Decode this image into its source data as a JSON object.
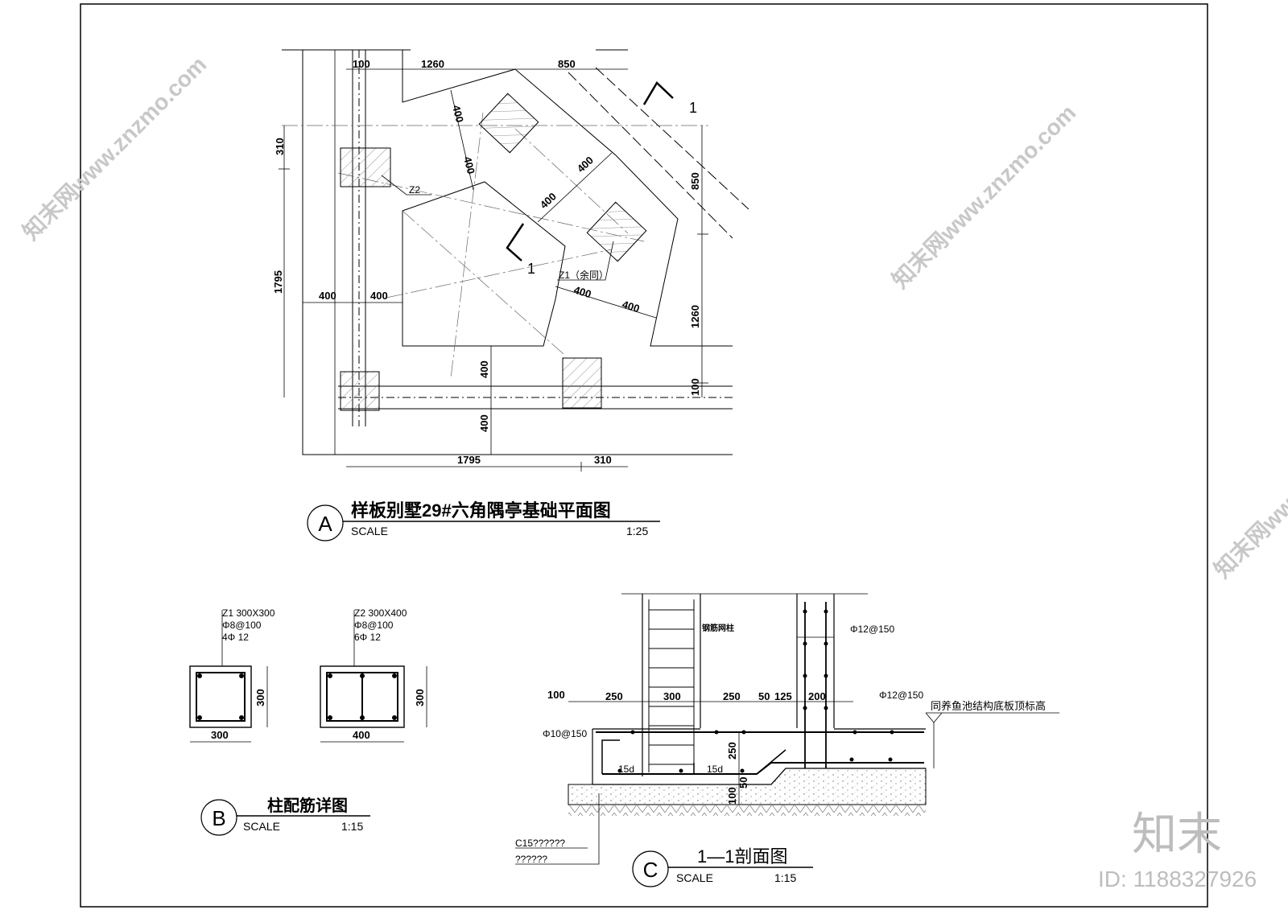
{
  "plan_a": {
    "title": "样板别墅29#六角隅亭基础平面图",
    "marker": "A",
    "scale_label": "SCALE",
    "scale": "1:25",
    "dims": {
      "top_100": "100",
      "top_1260": "1260",
      "top_850": "850",
      "left_310": "310",
      "left_1795": "1795",
      "right_850": "850",
      "right_1260": "1260",
      "right_100": "100",
      "bottom_1795": "1795",
      "bottom_310": "310",
      "d400_a": "400",
      "d400_b": "400",
      "d400_c": "400",
      "d400_d": "400",
      "d400_e": "400",
      "d400_f": "400",
      "d400_g": "400",
      "d400_h": "400",
      "d400_i": "400",
      "d400_j": "400"
    },
    "section_mark": "1",
    "section_mark_2": "1",
    "label_z2": "Z2",
    "label_z1": "Z1（余同）"
  },
  "detail_b": {
    "title": "柱配筋详图",
    "marker": "B",
    "scale_label": "SCALE",
    "scale": "1:15",
    "z1": {
      "line1": "Z1  300X300",
      "line2": "Φ8@100",
      "line3": "4Φ   12",
      "w": "300",
      "h": "300"
    },
    "z2": {
      "line1": "Z2  300X400",
      "line2": "Φ8@100",
      "line3": "6Φ   12",
      "w": "400",
      "h": "300"
    }
  },
  "section_c": {
    "title": "1—1剖面图",
    "marker": "C",
    "scale_label": "SCALE",
    "scale": "1:15",
    "column_label": "钢筋网柱",
    "rebar_top": "Φ12@150",
    "rebar_mid": "Φ12@150",
    "rebar_left": "Φ10@150",
    "elev_note": "同养鱼池结构底板顶标高",
    "dims": {
      "d100": "100",
      "d250a": "250",
      "d300": "300",
      "d250b": "250",
      "d50": "50",
      "d125": "125",
      "d200": "200",
      "v250": "250",
      "v100": "100",
      "v50": "50"
    },
    "anchor_a": "15d",
    "anchor_b": "15d",
    "concrete_1": "C15??????",
    "concrete_2": "??????"
  },
  "watermark": {
    "brand": "知末",
    "id_text": "ID: 1188327926",
    "diag_text": "知末网www.znzmo.com"
  }
}
